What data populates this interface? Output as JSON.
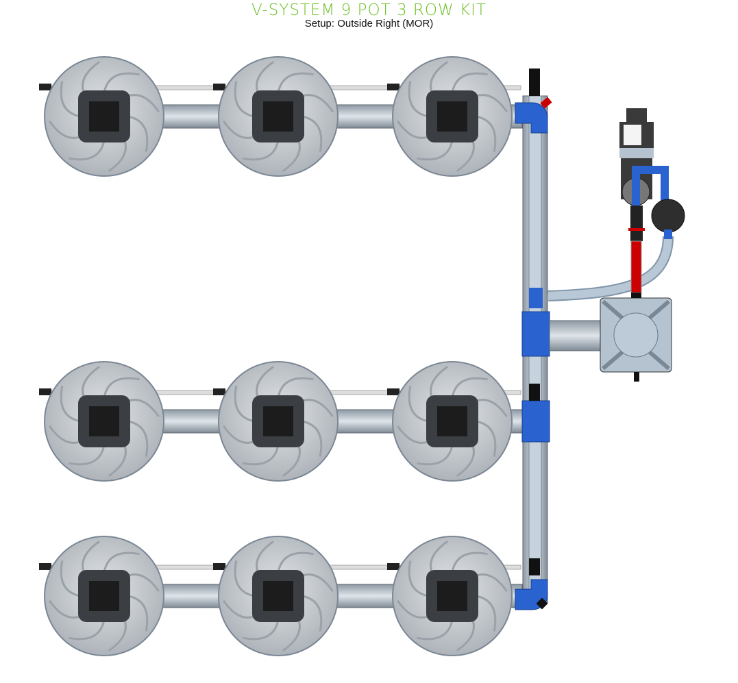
{
  "header": {
    "title": "V-SYSTEM 9 POT 3 ROW KIT",
    "subtitle": "Setup: Outside Right (MOR)"
  },
  "diagram": {
    "rows": 3,
    "pots_per_row": 3,
    "colors": {
      "title": "#6cc024",
      "pipe_blue": "#2a62d0",
      "pipe_red": "#cc0000",
      "pot": "#c4c8cc",
      "tube": "#b8c8d6"
    }
  }
}
